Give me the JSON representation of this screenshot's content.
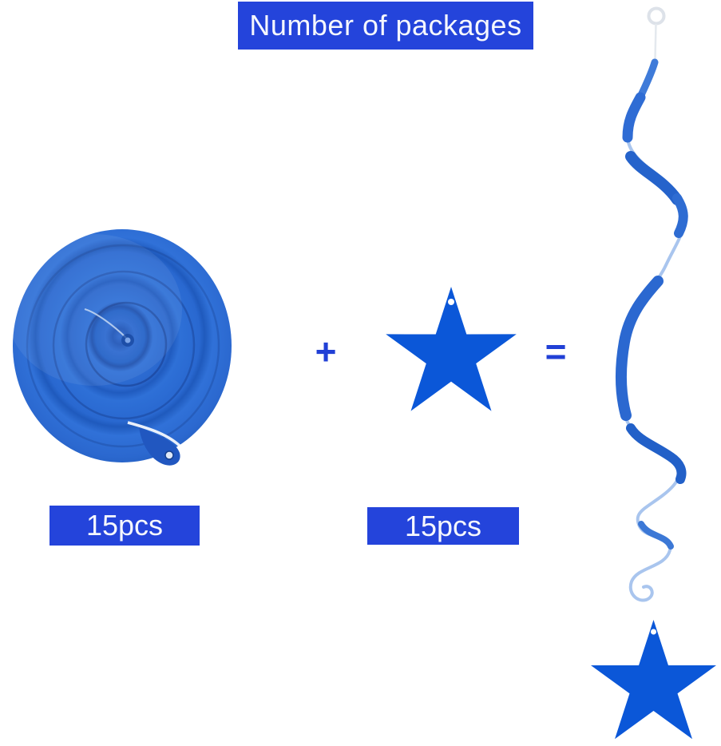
{
  "banner": {
    "label": "Number of packages",
    "bg_color": "#2444db",
    "text_color": "#f5f7fd"
  },
  "equation": {
    "plus": "+",
    "equals": "=",
    "operator_color": "#2140d6"
  },
  "components": [
    {
      "id": "spiral-decoration",
      "count_label": "15pcs"
    },
    {
      "id": "star-pendant",
      "count_label": "15pcs"
    }
  ],
  "result": {
    "id": "hanging-swirl-with-star"
  },
  "colors": {
    "label_blue": "#2444db",
    "star_blue": "#0b57d8",
    "spiral_blue": "#2a66cf",
    "ribbon_blue": "#2b68d0",
    "hook_ring_gray": "#dde2e9",
    "background": "#ffffff"
  }
}
